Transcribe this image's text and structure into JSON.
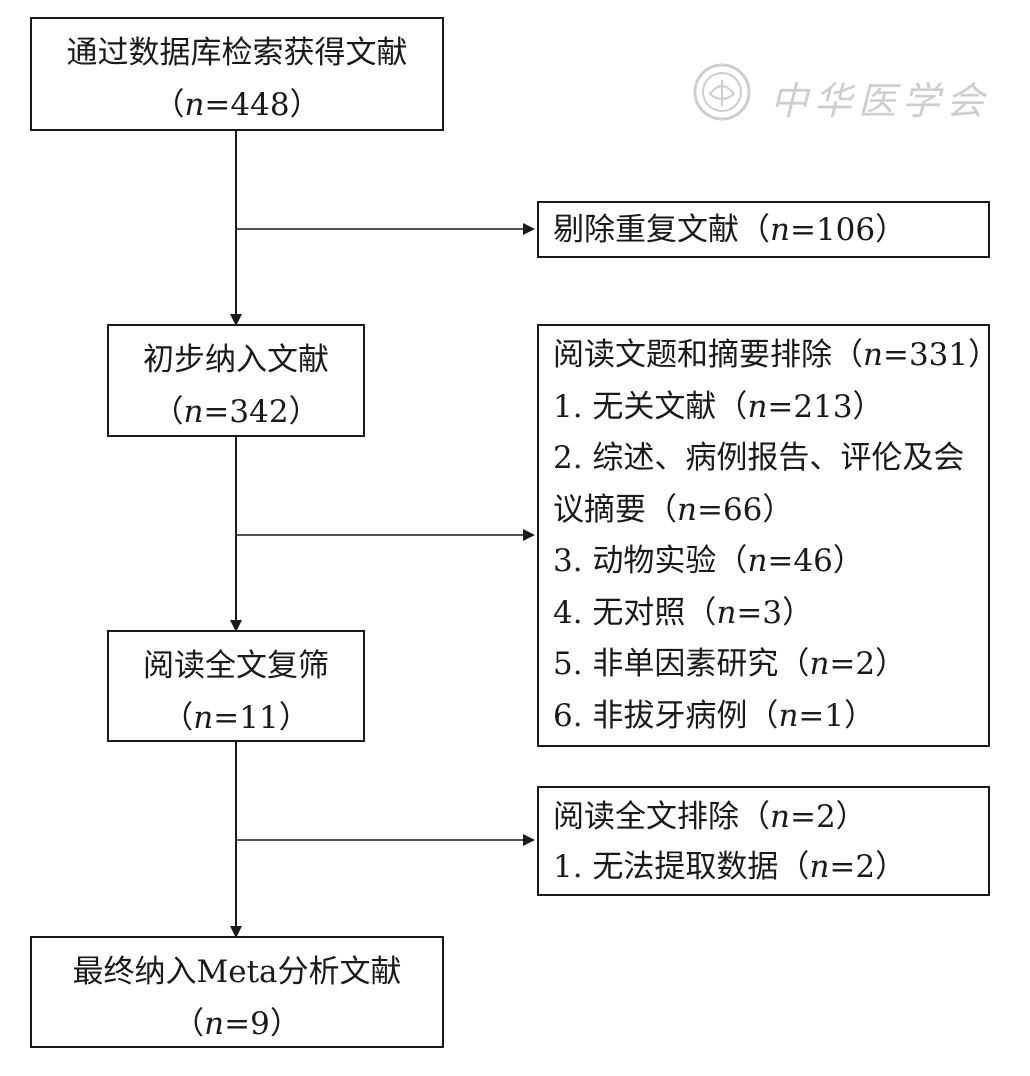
{
  "watermark": {
    "text": "中华医学会",
    "seal_icon": "society-seal-icon"
  },
  "nodes": {
    "identified": {
      "label": "通过数据库检索获得文献",
      "open": "（",
      "n_symbol": "n",
      "count": "=448",
      "close": "）"
    },
    "preliminary": {
      "label": "初步纳入文献",
      "open": "（",
      "n_symbol": "n",
      "count": "=342",
      "close": "）"
    },
    "fulltext": {
      "label": "阅读全文复筛",
      "open": "（",
      "n_symbol": "n",
      "count": "=11",
      "close": "）"
    },
    "final": {
      "label": "最终纳入Meta分析文献",
      "open": "（",
      "n_symbol": "n",
      "count": "=9",
      "close": "）"
    }
  },
  "exclusions": {
    "duplicates": {
      "label": "剔除重复文献（",
      "n_symbol": "n",
      "count": "=106）"
    },
    "abstract": {
      "header": {
        "label": "阅读文题和摘要排除（",
        "n_symbol": "n",
        "count": "=331）"
      },
      "items": [
        {
          "label": "1. 无关文献（",
          "n_symbol": "n",
          "count": "=213）"
        },
        {
          "label": "2. 综述、病例报告、评伦及会",
          "n_symbol": "",
          "count": ""
        },
        {
          "label": "议摘要（",
          "n_symbol": "n",
          "count": "=66）"
        },
        {
          "label": "3. 动物实验（",
          "n_symbol": "n",
          "count": "=46）"
        },
        {
          "label": "4. 无对照（",
          "n_symbol": "n",
          "count": "=3）"
        },
        {
          "label": "5. 非单因素研究（",
          "n_symbol": "n",
          "count": "=2）"
        },
        {
          "label": "6. 非拔牙病例（",
          "n_symbol": "n",
          "count": "=1）"
        }
      ]
    },
    "fulltext": {
      "header": {
        "label": "阅读全文排除（",
        "n_symbol": "n",
        "count": "=2）"
      },
      "items": [
        {
          "label": "1. 无法提取数据（",
          "n_symbol": "n",
          "count": "=2）"
        }
      ]
    }
  },
  "colors": {
    "line": "#1a1a1a",
    "background": "#ffffff",
    "watermark": "#6a6a6a"
  }
}
